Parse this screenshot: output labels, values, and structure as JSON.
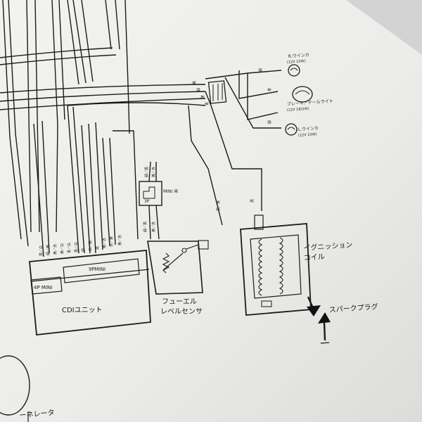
{
  "diagram": {
    "components": {
      "cdi_unit": "CDIユニット",
      "connector_4p": "4P MINI",
      "connector_9p": "9PMINI",
      "connector_3p": "3P",
      "connector_3p_tag": "MINI 米",
      "fuel_sensor": "フューエル",
      "fuel_sensor_line2": "レベルセンサ",
      "ignition_coil": "イグニッション",
      "ignition_coil_line2": "コイル",
      "spark_plug": "スパークプラグ",
      "generator": "ーネレータ",
      "right_turn_signal": "R.ウインカ",
      "right_turn_spec": "(12V 10W)",
      "brake_tail_light": "ブレーキ／テールライト",
      "brake_tail_spec": "(12V 18/5W)",
      "left_turn_signal": "L.ウインカ",
      "left_turn_spec": "(12V 10W)"
    },
    "wire_labels": {
      "coil_primary": "黒／黄",
      "coil_black": "黒",
      "fuel_top_1": "緑／黒",
      "fuel_top_2": "黄／赤",
      "fuel_bottom_1": "緑／黒",
      "fuel_bottom_2": "黄／赤",
      "cdi_inputs": [
        "黒／白",
        "緑／黄",
        "黄／赤",
        "黄／白",
        "青／白",
        "黒／白",
        "緑",
        "白／黄",
        "黒",
        "黄／赤",
        "赤／黄",
        "黄／赤"
      ],
      "rear_bus": [
        "黄",
        "緑",
        "茶",
        "青"
      ],
      "rear_bulb": [
        "緑",
        "茶",
        "緑"
      ]
    }
  }
}
